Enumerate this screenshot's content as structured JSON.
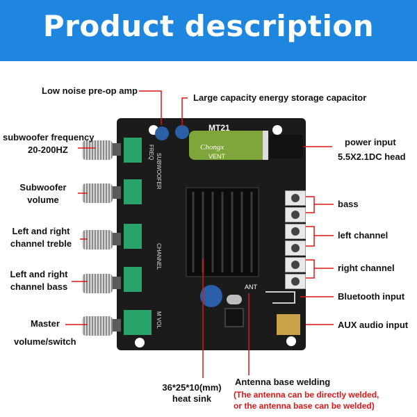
{
  "header": {
    "title": "Product description"
  },
  "labels": {
    "low_noise": "Low noise pre-op amp",
    "capacitor": "Large capacity energy storage capacitor",
    "sub_freq_line1": "subwoofer frequency",
    "sub_freq_line2": "20-200HZ",
    "sub_vol_line1": "Subwoofer",
    "sub_vol_line2": "volume",
    "treble_line1": "Left and right",
    "treble_line2": "channel treble",
    "bass_ctrl_line1": "Left and right",
    "bass_ctrl_line2": "channel bass",
    "master_line1": "Master",
    "master_line2": "volume/switch",
    "power_line1": "power input",
    "power_line2": "5.5X2.1DC head",
    "bass": "bass",
    "left_channel": "left channel",
    "right_channel": "right channel",
    "bluetooth": "Bluetooth input",
    "aux": "AUX audio input",
    "heatsink_line1": "36*25*10(mm)",
    "heatsink_line2": "heat sink",
    "antenna": "Antenna base welding",
    "antenna_note1": "(The antenna can be directly welded,",
    "antenna_note2": "or the antenna base can be welded)"
  },
  "board_text": {
    "model": "MT21",
    "cap_brand": "Chongx",
    "cap_vent": "VENT",
    "ant": "ANT",
    "silk_freq": "FREQ",
    "silk_sub": "SUBWOOFER",
    "silk_channel": "CHANNEL",
    "silk_mvol": "M VOL"
  },
  "colors": {
    "banner": "#1f86e0",
    "leader": "#e01515",
    "note": "#e01515",
    "board": "#1b1b1b"
  }
}
